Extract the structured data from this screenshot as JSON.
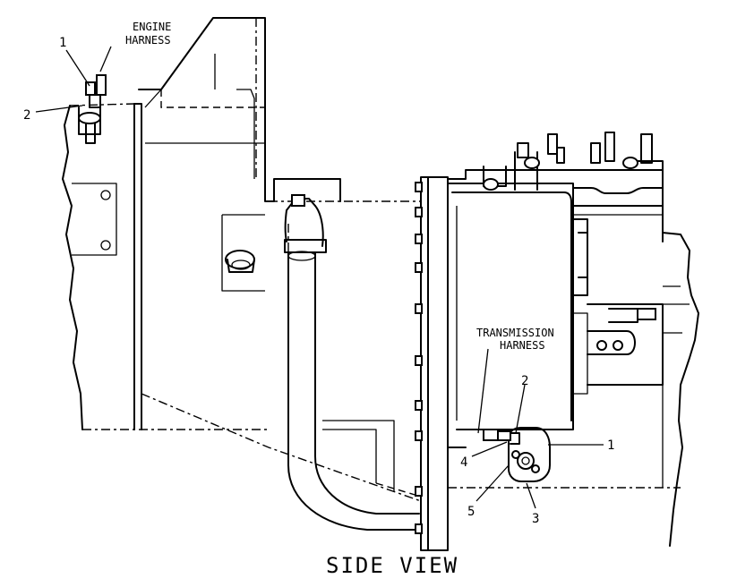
{
  "labels": {
    "engine_harness_line1": "ENGINE",
    "engine_harness_line2": "HARNESS",
    "transmission_harness_line1": "TRANSMISSION",
    "transmission_harness_line2": "HARNESS",
    "view_title": "SIDE VIEW"
  },
  "callouts": {
    "engine_1": "1",
    "engine_2": "2",
    "trans_1": "1",
    "trans_2": "2",
    "trans_3": "3",
    "trans_4": "4",
    "trans_5": "5"
  }
}
